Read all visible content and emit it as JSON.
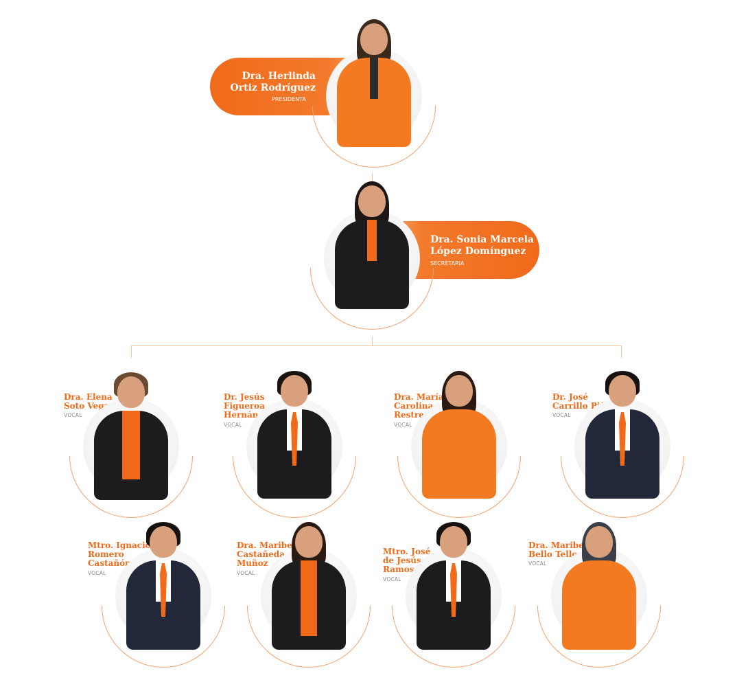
{
  "president": {
    "name_line1": "Dra. Herlinda",
    "name_line2": "Ortiz Rodríguez",
    "role": "PRESIDENTA"
  },
  "secretary": {
    "name_line1": "Dra. Sonia Marcela",
    "name_line2": "López Domínguez",
    "role": "SECRETARIA"
  },
  "vocals": [
    {
      "lines": [
        "Dra. Elena",
        "Soto Vega"
      ],
      "role": "VOCAL"
    },
    {
      "lines": [
        "Dr. Jesús",
        "Figueroa",
        "Hernández"
      ],
      "role": "VOCAL"
    },
    {
      "lines": [
        "Dra. María",
        "Carolina",
        "Restrepo"
      ],
      "role": "VOCAL"
    },
    {
      "lines": [
        "Dr. José",
        "Carrillo Piña"
      ],
      "role": "VOCAL"
    },
    {
      "lines": [
        "Mtro. Ignacio",
        "Romero",
        "Castañón"
      ],
      "role": "VOCAL"
    },
    {
      "lines": [
        "Dra. Maribel",
        "Castañeda",
        "Muñoz"
      ],
      "role": "VOCAL"
    },
    {
      "lines": [
        "Mtro. José",
        "de Jesús",
        "Ramos"
      ],
      "role": "VOCAL"
    },
    {
      "lines": [
        "Dra. Maribel",
        "Bello Tello"
      ],
      "role": "VOCAL"
    }
  ],
  "colors": {
    "accent": "#f06a1a",
    "suit_dark": "#1c1c1e",
    "navy": "#22283a",
    "orange_shirt": "#f47a22"
  }
}
